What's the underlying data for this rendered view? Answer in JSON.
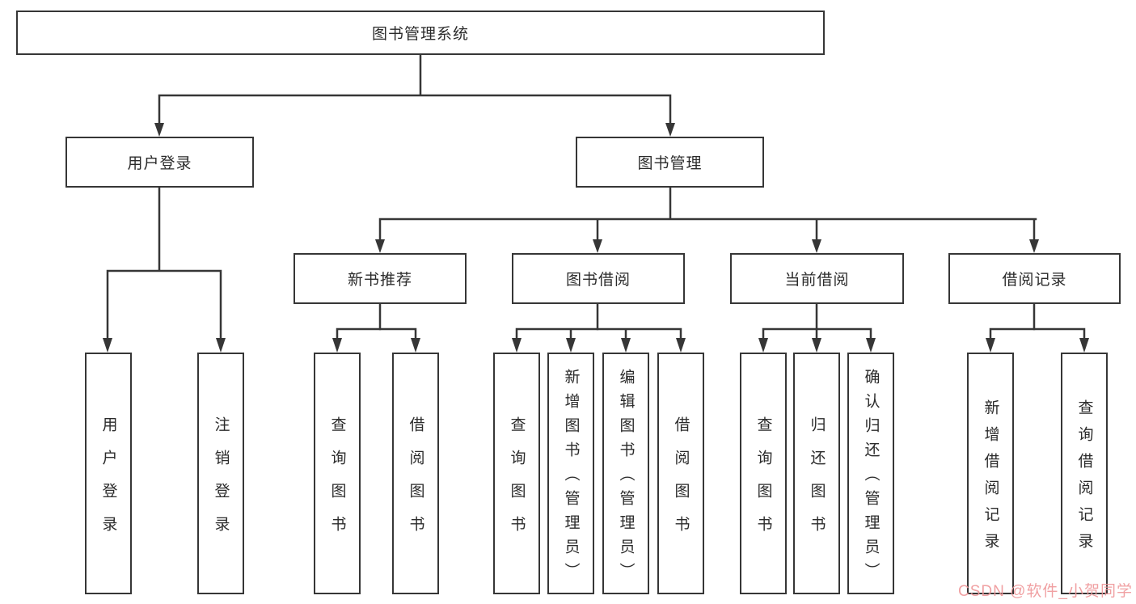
{
  "diagram": {
    "title": "图书管理系统",
    "branches": [
      {
        "label": "用户登录",
        "children": [
          {
            "label": "用户登录"
          },
          {
            "label": "注销登录"
          }
        ]
      },
      {
        "label": "图书管理",
        "groups": [
          {
            "label": "新书推荐",
            "children": [
              {
                "label": "查询图书"
              },
              {
                "label": "借阅图书"
              }
            ]
          },
          {
            "label": "图书借阅",
            "children": [
              {
                "label": "查询图书"
              },
              {
                "label": "新增图书（管理员）"
              },
              {
                "label": "编辑图书（管理员）"
              },
              {
                "label": "借阅图书"
              }
            ]
          },
          {
            "label": "当前借阅",
            "children": [
              {
                "label": "查询图书"
              },
              {
                "label": "归还图书"
              },
              {
                "label": "确认归还（管理员）"
              }
            ]
          },
          {
            "label": "借阅记录",
            "children": [
              {
                "label": "新增借阅记录"
              },
              {
                "label": "查询借阅记录"
              }
            ]
          }
        ]
      }
    ]
  },
  "watermark": {
    "text": "CSDN @软件_小贺同学",
    "color": "#ee9698"
  },
  "colors": {
    "line": "#363636",
    "box_border": "#363636",
    "text": "#2b2b2b",
    "background": "#ffffff"
  }
}
